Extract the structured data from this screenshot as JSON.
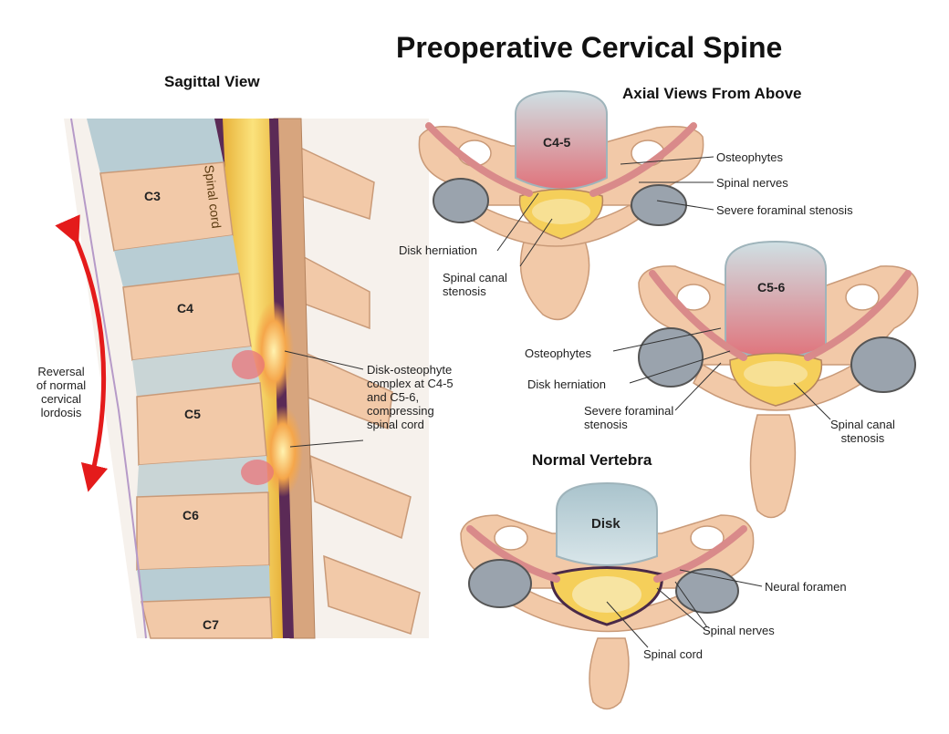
{
  "title": "Preoperative Cervical Spine",
  "sagittal": {
    "heading": "Sagittal View",
    "cord_label": "Spinal cord",
    "vertebrae": [
      "C3",
      "C4",
      "C5",
      "C6",
      "C7"
    ],
    "lordosis_note": [
      "Reversal",
      "of normal",
      "cervical",
      "lordosis"
    ],
    "complex_note": [
      "Disk-osteophyte",
      "complex at C4-5",
      "and C5-6,",
      "compressing",
      "spinal cord"
    ]
  },
  "axial": {
    "heading": "Axial Views From Above",
    "c45": {
      "level": "C4-5",
      "osteophytes": "Osteophytes",
      "spinal_nerves": "Spinal nerves",
      "foraminal": "Severe foraminal stenosis",
      "herniation": "Disk herniation",
      "canal": [
        "Spinal canal",
        "stenosis"
      ]
    },
    "c56": {
      "level": "C5-6",
      "osteophytes": "Osteophytes",
      "herniation": "Disk herniation",
      "foraminal": [
        "Severe foraminal",
        "stenosis"
      ],
      "canal": [
        "Spinal canal",
        "stenosis"
      ]
    }
  },
  "normal": {
    "heading": "Normal Vertebra",
    "disk": "Disk",
    "neural_foramen": "Neural foramen",
    "spinal_nerves": "Spinal nerves",
    "spinal_cord": "Spinal cord"
  },
  "colors": {
    "bone": "#f2c9a8",
    "bone_edge": "#c99a78",
    "disk": "#b8cdd4",
    "cord": "#f7d66a",
    "dura": "#5b2a56",
    "inflamed": "#e8747a",
    "arrow": "#e41b1b"
  }
}
